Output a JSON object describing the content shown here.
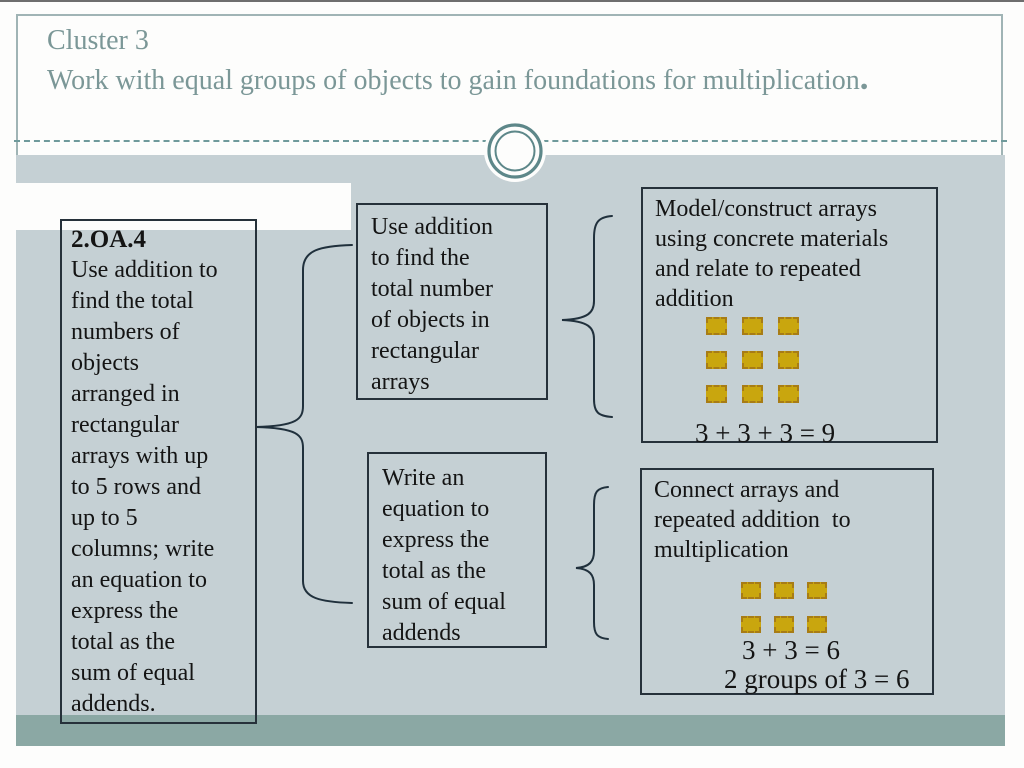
{
  "slide": {
    "header": {
      "kicker": "Cluster 3",
      "title": "Work with equal groups of objects to gain foundations for multiplication",
      "title_end": "."
    },
    "standard_box": {
      "code": "2.OA.4",
      "lines": [
        "Use addition to",
        "find the total",
        "numbers of",
        "objects",
        "arranged in",
        "rectangular",
        "arrays with up",
        "to 5 rows and",
        "up to 5",
        "columns; write",
        "an equation to",
        "express the",
        "total as the",
        "sum of equal",
        "addends."
      ]
    },
    "skill_boxes": [
      {
        "lines": [
          "Use addition",
          "to find the",
          "total number",
          "of objects in",
          "rectangular",
          "arrays"
        ]
      },
      {
        "lines": [
          "Write an",
          "equation to",
          "express the",
          "total as the",
          "sum of equal",
          "addends"
        ]
      }
    ],
    "activity_boxes": [
      {
        "lines": [
          "Model/construct arrays",
          "using concrete materials",
          "and relate to repeated",
          "addition"
        ],
        "array": {
          "rows": 3,
          "cols": 3
        },
        "equation": "3 + 3 + 3 = 9"
      },
      {
        "lines": [
          "Connect arrays and",
          "repeated addition  to",
          "multiplication"
        ],
        "array": {
          "rows": 2,
          "cols": 3
        },
        "equation": "3 + 3 = 6",
        "equation2": "2 groups of 3 = 6"
      }
    ],
    "colors": {
      "title_text": "#7b9797",
      "body_bg": "#c5d0d4",
      "footer_band": "#8ba8a4",
      "square_fill": "#c9a60e",
      "square_border": "#a87c15",
      "brace_stroke": "#20303c"
    }
  }
}
